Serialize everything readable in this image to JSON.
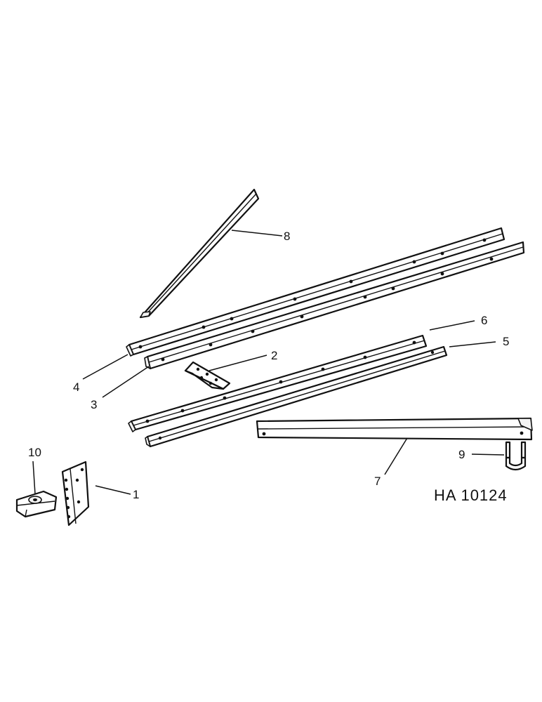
{
  "callouts": {
    "c1": "1",
    "c2": "2",
    "c3": "3",
    "c4": "4",
    "c5": "5",
    "c6": "6",
    "c7": "7",
    "c8": "8",
    "c9": "9",
    "c10": "10"
  },
  "reference_code": "HA 10124"
}
